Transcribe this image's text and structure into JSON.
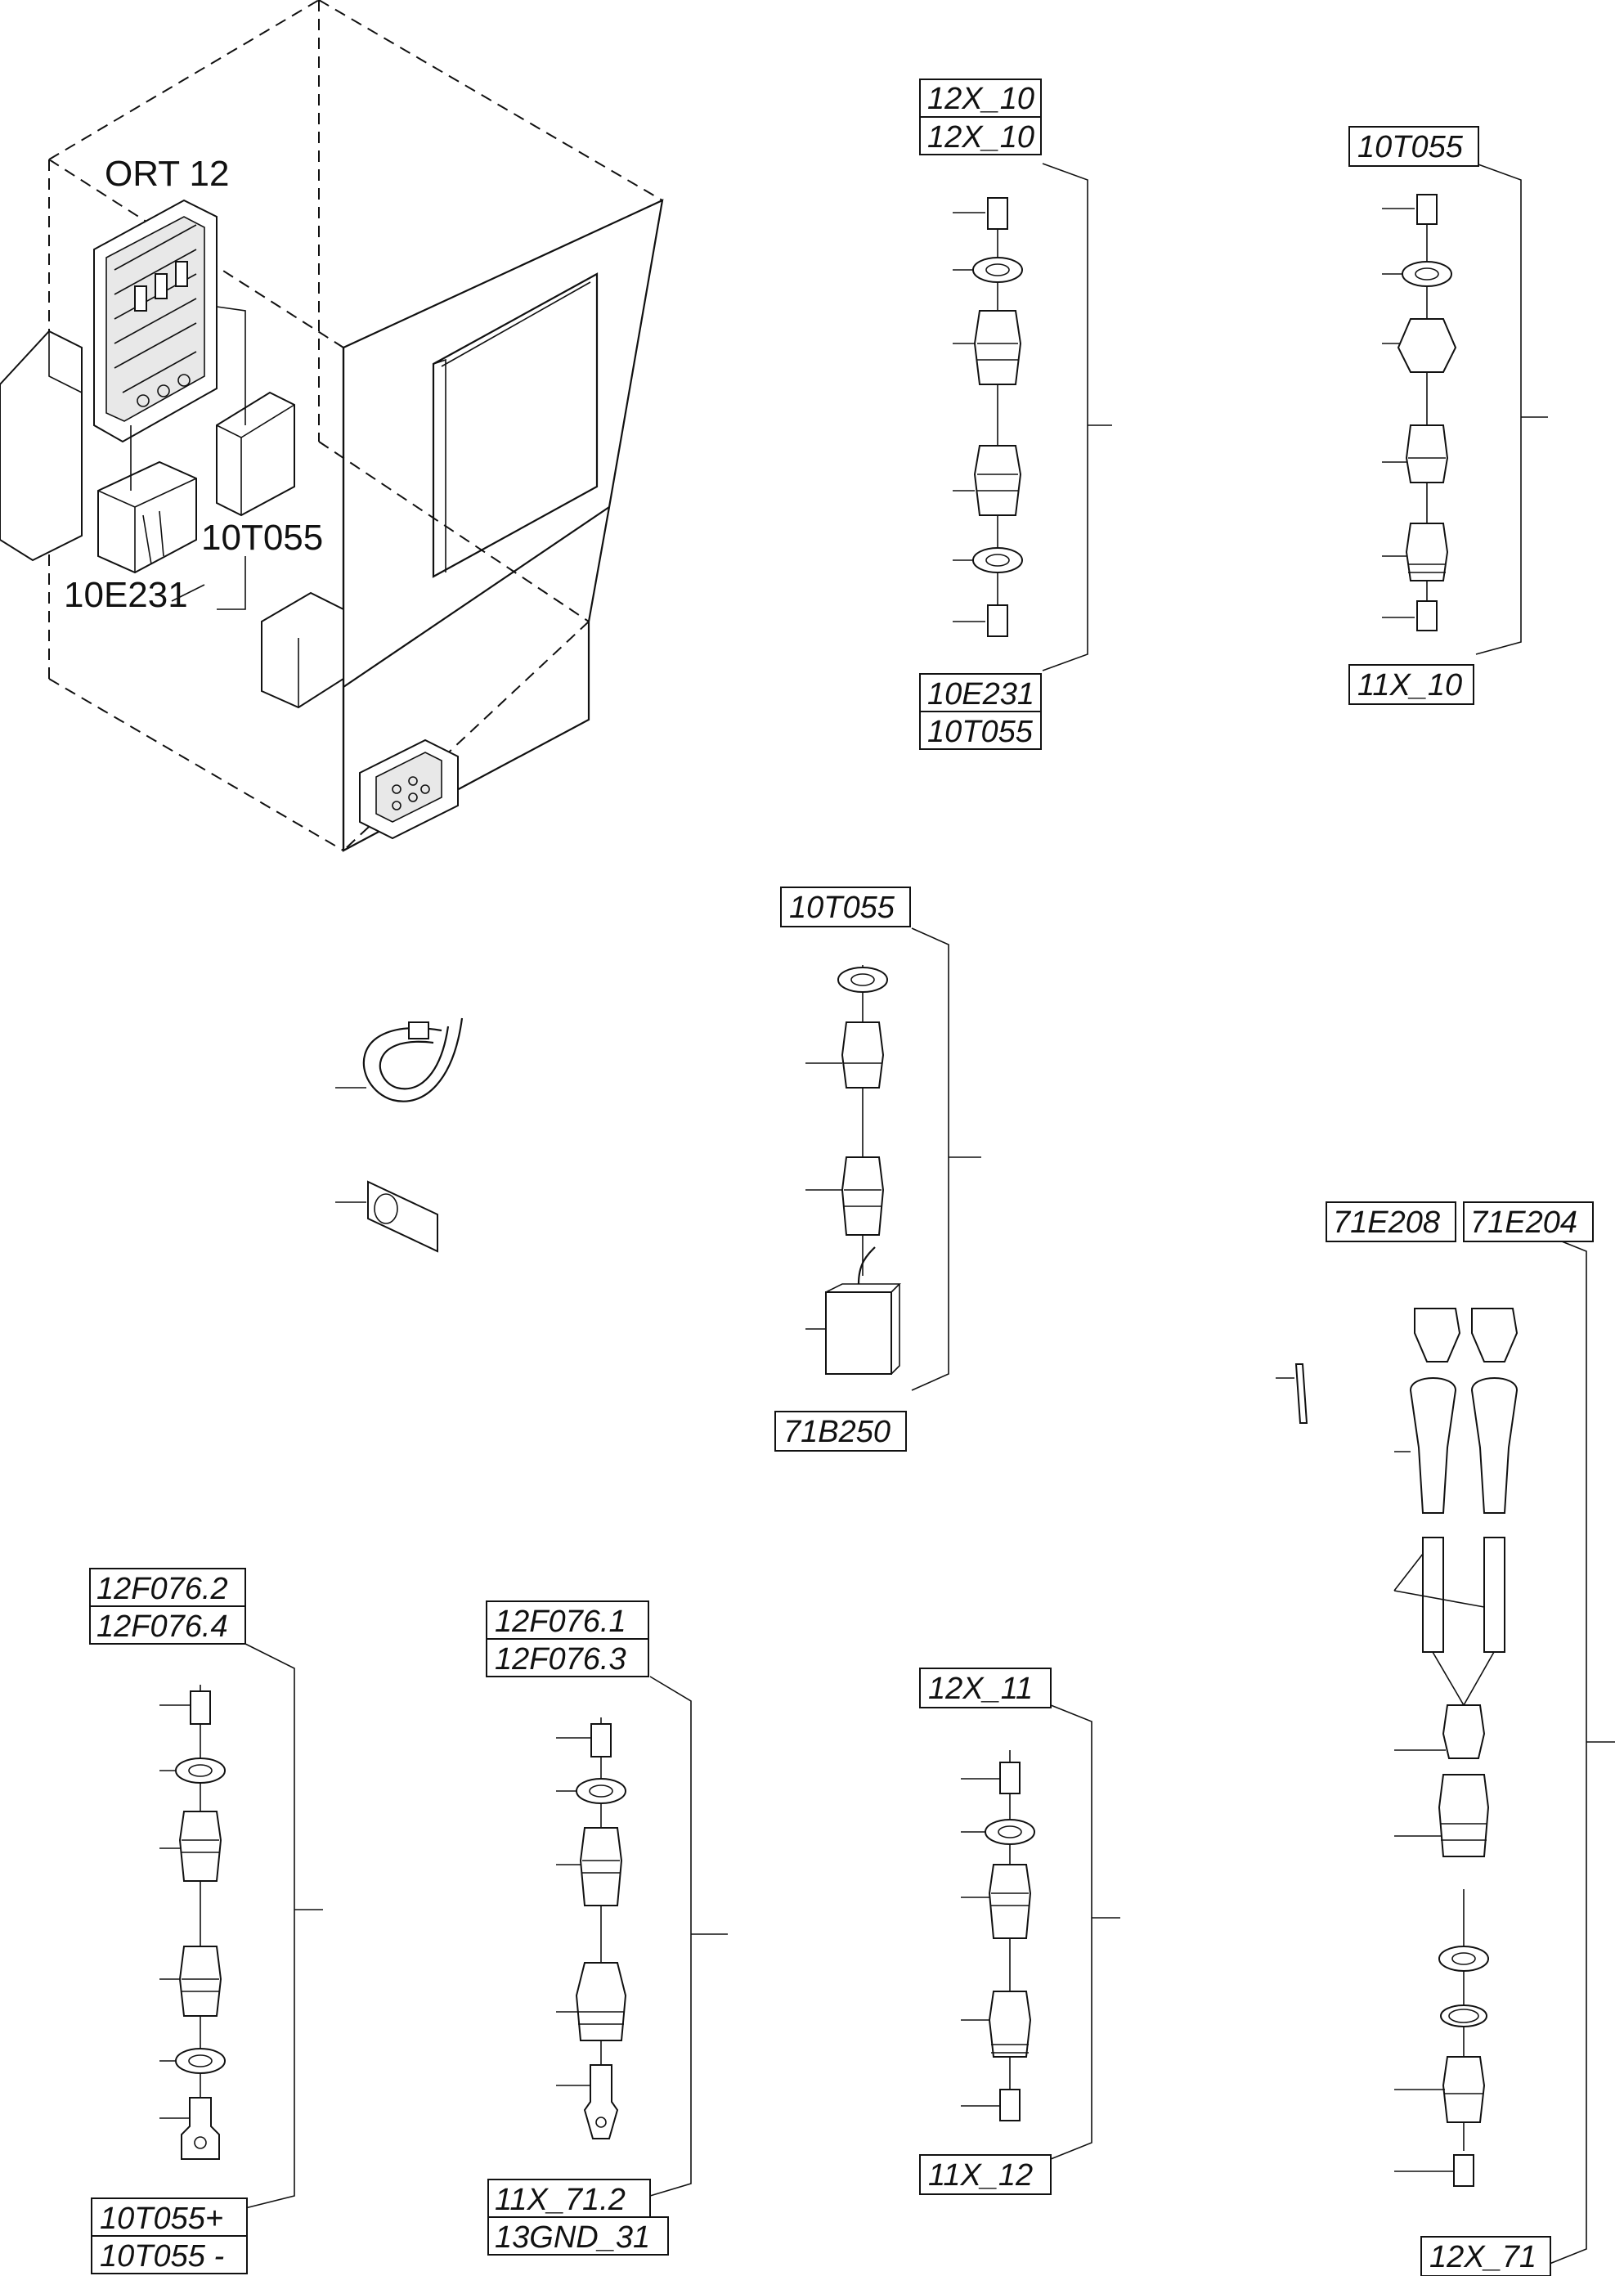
{
  "main_drawing": {
    "location_label": "ORT 12",
    "callout_left": "10E231",
    "callout_right": "10T055"
  },
  "groups": [
    {
      "id": "g1",
      "top_labels": [
        "12X_10",
        "12X_10"
      ],
      "bottom_labels": [
        "10E231",
        "10T055"
      ]
    },
    {
      "id": "g2",
      "top_labels": [
        "10T055"
      ],
      "bottom_labels": [
        "11X_10"
      ]
    },
    {
      "id": "g3",
      "top_labels": [
        "10T055"
      ],
      "bottom_labels": [
        "71B250"
      ]
    },
    {
      "id": "g4",
      "top_labels": [
        "71E208",
        "71E204"
      ],
      "bottom_labels": [
        "12X_71"
      ]
    },
    {
      "id": "g5",
      "top_labels": [
        "12F076.2",
        "12F076.4"
      ],
      "bottom_labels": [
        "10T055+",
        "10T055 -"
      ]
    },
    {
      "id": "g6",
      "top_labels": [
        "12F076.1",
        "12F076.3"
      ],
      "bottom_labels": [
        "11X_71.2",
        "13GND_31"
      ]
    },
    {
      "id": "g7",
      "top_labels": [
        "12X_11"
      ],
      "bottom_labels": [
        "11X_12"
      ]
    }
  ]
}
